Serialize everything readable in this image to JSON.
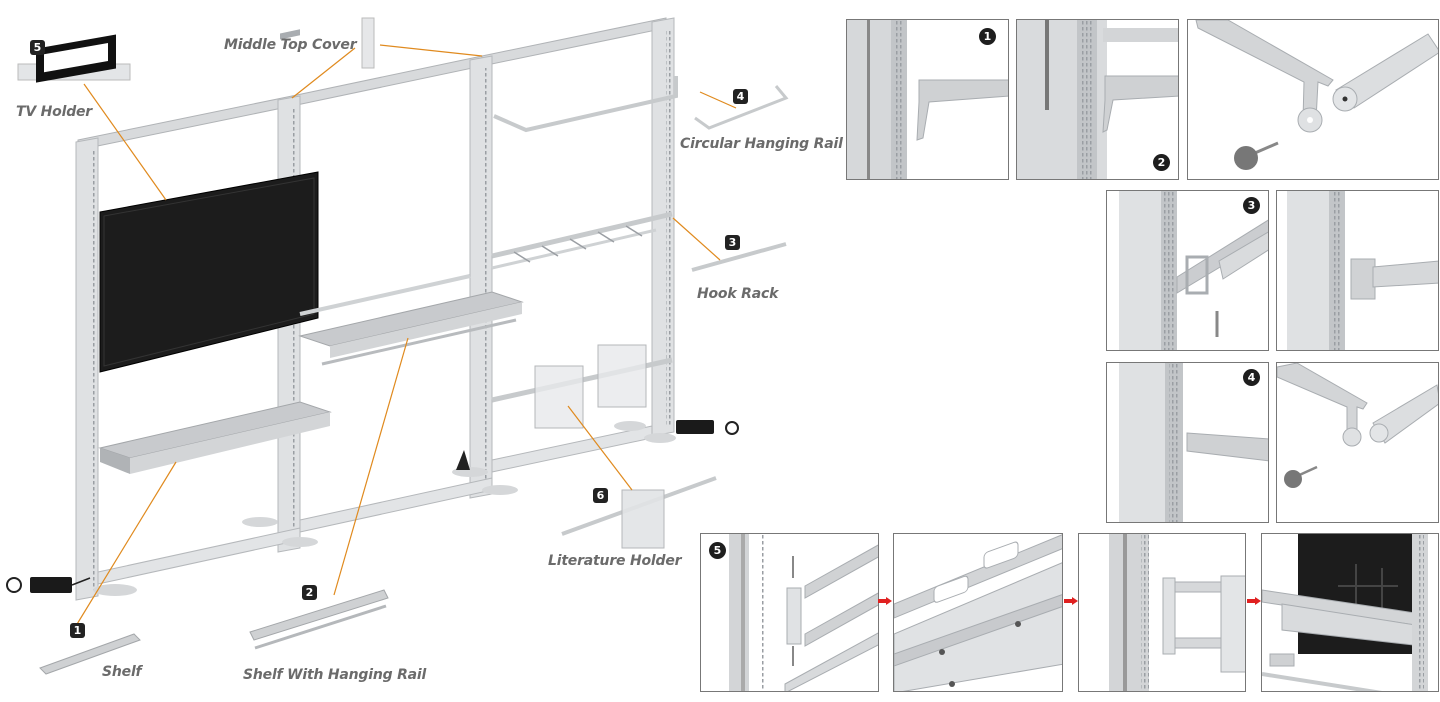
{
  "title": "Modular display wall system components and assembly details",
  "components": [
    {
      "number": "5",
      "label": "TV Holder"
    },
    {
      "number": "",
      "label": "Middle Top Cover"
    },
    {
      "number": "4",
      "label": "Circular Hanging Rail"
    },
    {
      "number": "3",
      "label": "Hook Rack"
    },
    {
      "number": "6",
      "label": "Literature Holder"
    },
    {
      "number": "2",
      "label": "Shelf With Hanging Rail"
    },
    {
      "number": "1",
      "label": "Shelf"
    }
  ],
  "detail_steps": [
    {
      "number": "1",
      "caption": "Shelf bracket inserted into upright slot"
    },
    {
      "number": "2",
      "caption": "Shelf bracket with hanging rail"
    },
    {
      "number": "",
      "caption": "Rail end cap, screw and tube"
    },
    {
      "number": "3",
      "caption": "Hook rack clamp with screw"
    },
    {
      "number": "",
      "caption": "Hook rack mounted on upright"
    },
    {
      "number": "4",
      "caption": "Rail bracket inserted into upright"
    },
    {
      "number": "",
      "caption": "Rail end cap, screw and tube"
    },
    {
      "number": "5",
      "caption": "TV holder brackets and rails"
    },
    {
      "number": "",
      "caption": "Rails mounted onto plate"
    },
    {
      "number": "",
      "caption": "Holder attached to upright"
    },
    {
      "number": "",
      "caption": "TV mounted on holder"
    }
  ],
  "colors": {
    "leader_line": "#e08a1e",
    "label_text": "#6b6b6b",
    "badge_bg": "#222222",
    "step_arrow": "#e02020",
    "frame": "#d4d6d8",
    "frame_dark": "#a9adb1",
    "screen": "#1c1c1c"
  }
}
